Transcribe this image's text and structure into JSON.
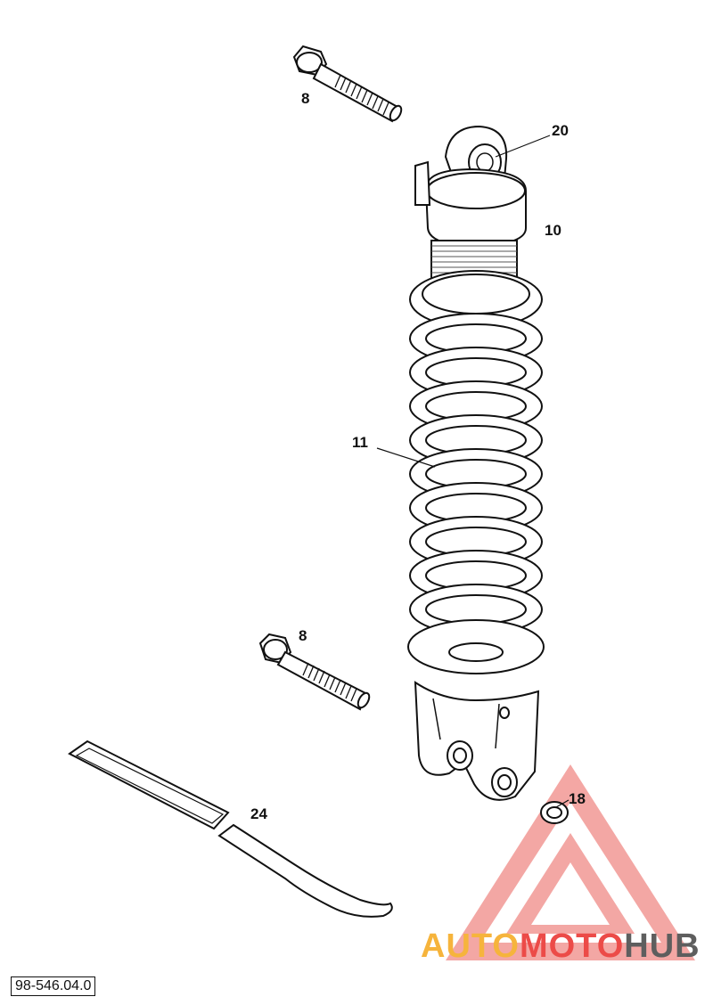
{
  "callouts": {
    "bolt_top": "8",
    "eye_bushing": "20",
    "shock_absorber": "10",
    "spring": "11",
    "bolt_bottom": "8",
    "hook_wrench": "24",
    "nut": "18"
  },
  "reference_code": "98-546.04.0",
  "watermark": {
    "part1": "AUTO",
    "part2": "MOTO",
    "part3": "HUB",
    "colors": {
      "auto": "#f6b43c",
      "moto": "#ec4b48",
      "hub": "#5e5e5e",
      "logo": "#f08a86"
    }
  }
}
